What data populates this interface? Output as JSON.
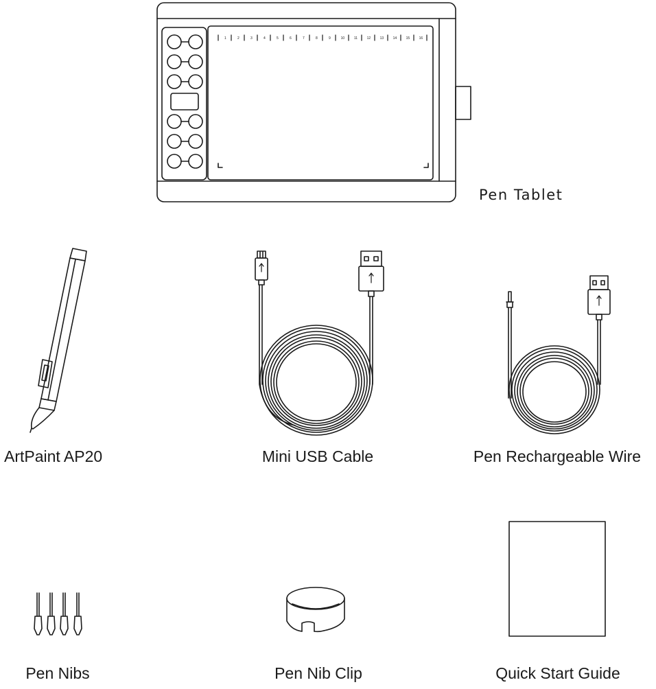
{
  "items": {
    "pen_tablet": "Pen Tablet",
    "pen": "ArtPaint AP20",
    "usb_cable": "Mini USB Cable",
    "recharge_wire": "Pen Rechargeable Wire",
    "pen_nibs": "Pen Nibs",
    "nib_clip": "Pen Nib Clip",
    "quick_guide": "Quick Start Guide"
  },
  "ruler_numbers": [
    "1",
    "2",
    "3",
    "4",
    "5",
    "6",
    "7",
    "8",
    "9",
    "10",
    "11",
    "12",
    "13",
    "14",
    "15",
    "16"
  ],
  "colors": {
    "line": "#1a1a1a",
    "background": "#ffffff"
  }
}
